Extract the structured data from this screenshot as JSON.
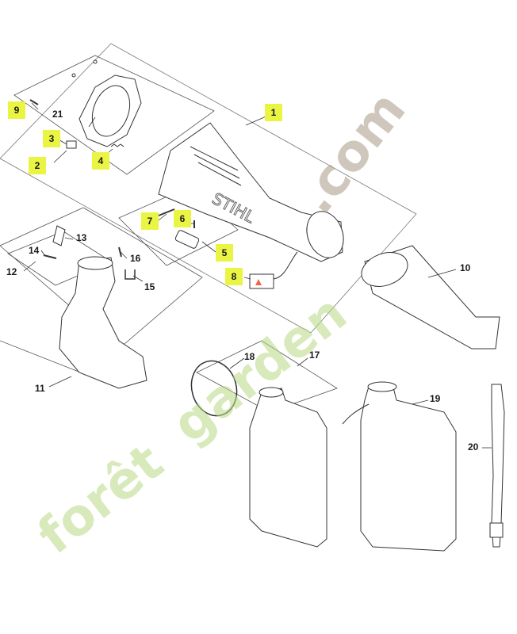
{
  "callouts": {
    "c1": "1",
    "c2": "2",
    "c3": "3",
    "c4": "4",
    "c5": "5",
    "c6": "6",
    "c7": "7",
    "c8": "8",
    "c9": "9",
    "c10": "10",
    "c11": "11",
    "c12": "12",
    "c13": "13",
    "c14": "14",
    "c15": "15",
    "c16": "16",
    "c17": "17",
    "c18": "18",
    "c19": "19",
    "c20": "20",
    "c21": "21"
  },
  "brand_text": "STIHL",
  "watermark": {
    "part1": "forêt",
    "part2": "garden",
    "part3": ".com",
    "colors": {
      "green": "#b9d985",
      "orange": "#f7c98d",
      "brown": "#a99a86"
    }
  },
  "highlight_color": "#e9f542"
}
